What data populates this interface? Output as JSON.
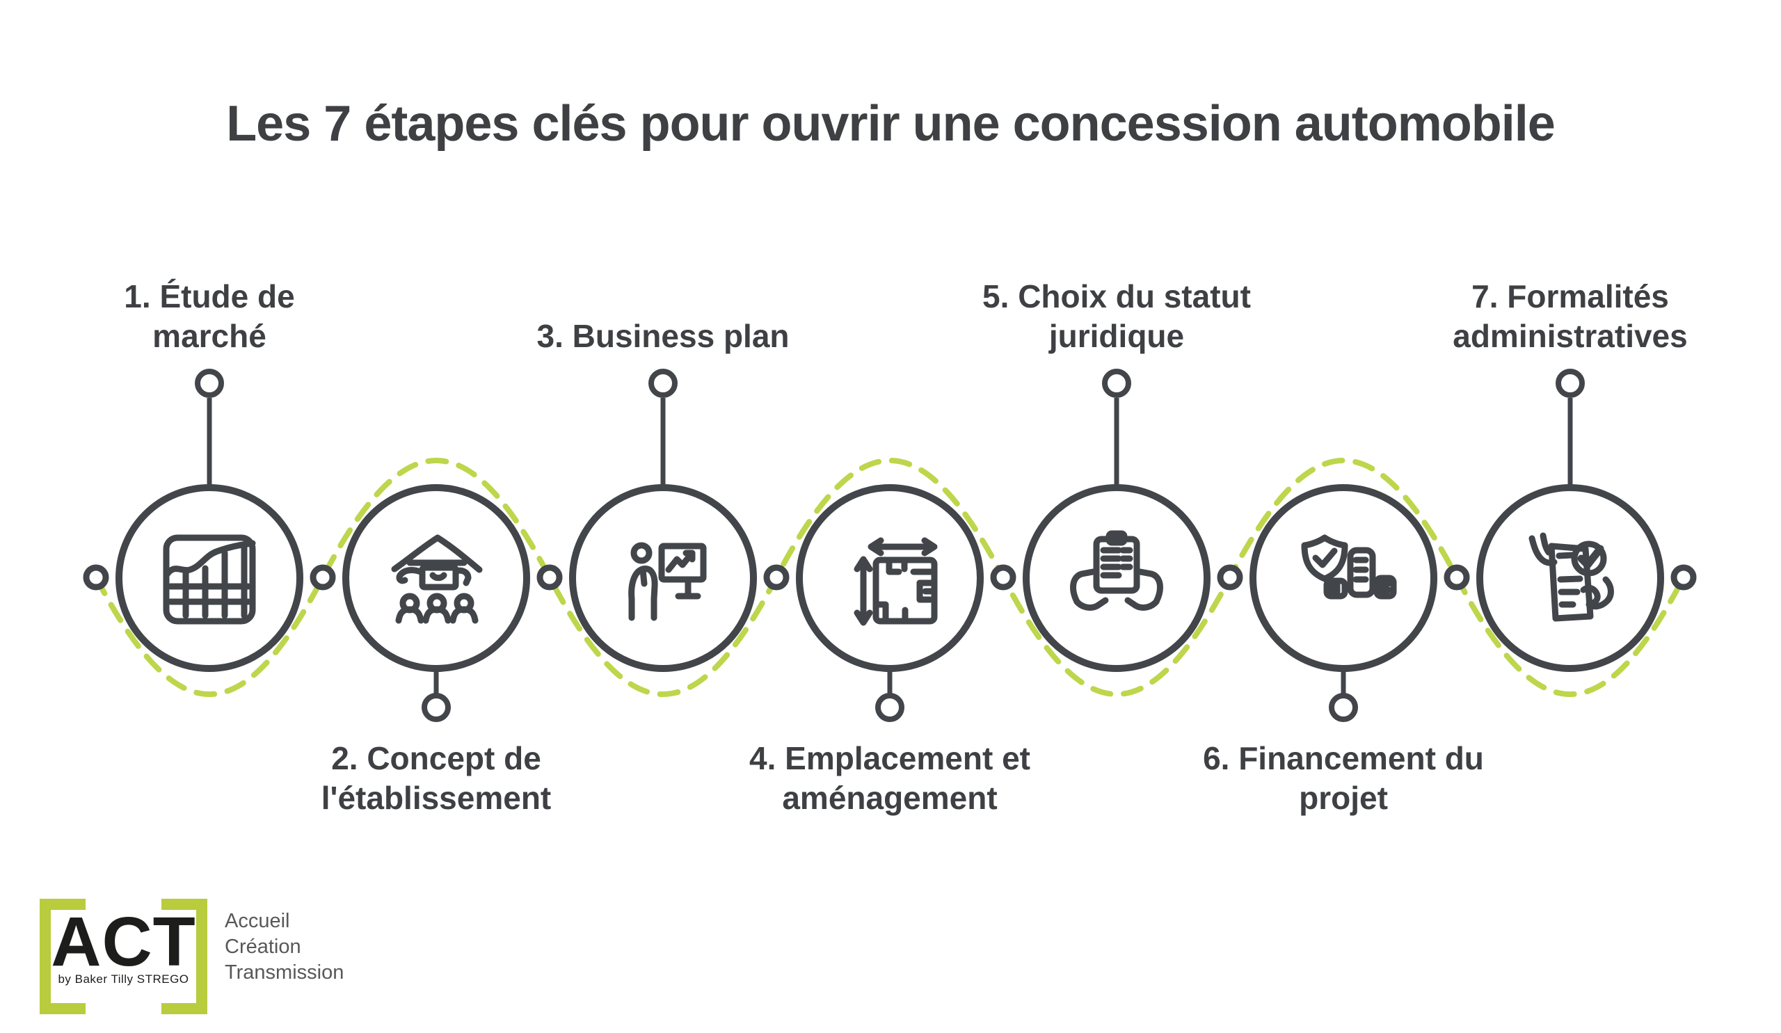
{
  "title": "Les 7 étapes clés pour ouvrir une concession automobile",
  "colors": {
    "ink": "#424549",
    "text": "#3e4043",
    "accent_dash_green": "#bdd64b",
    "logo_green": "#b8cc3e",
    "logo_black": "#1d1d1b",
    "tagline_gray": "#57585a",
    "background": "#ffffff"
  },
  "steps": [
    {
      "number": "1",
      "label": "1. Étude de marché",
      "lines": [
        "1. Étude de",
        "marché"
      ],
      "icon": "market-chart-icon",
      "label_position": "above"
    },
    {
      "number": "2",
      "label": "2. Concept de l'établissement",
      "lines": [
        "2. Concept de",
        "l'établissement"
      ],
      "icon": "storefront-people-icon",
      "label_position": "below"
    },
    {
      "number": "3",
      "label": "3. Business plan",
      "lines": [
        "3. Business plan"
      ],
      "icon": "presentation-chart-icon",
      "label_position": "above"
    },
    {
      "number": "4",
      "label": "4. Emplacement et aménagement",
      "lines": [
        "4. Emplacement et",
        "aménagement"
      ],
      "icon": "floor-plan-dimensions-icon",
      "label_position": "below"
    },
    {
      "number": "5",
      "label": "5. Choix du statut juridique",
      "lines": [
        "5. Choix du statut",
        "juridique"
      ],
      "icon": "hands-holding-document-icon",
      "label_position": "above"
    },
    {
      "number": "6",
      "label": "6. Financement du projet",
      "lines": [
        "6. Financement du",
        "projet"
      ],
      "icon": "shield-check-money-icon",
      "label_position": "below"
    },
    {
      "number": "7",
      "label": "7. Formalités administratives",
      "lines": [
        "7. Formalités",
        "administratives"
      ],
      "icon": "document-check-hands-icon",
      "label_position": "above"
    }
  ],
  "logo": {
    "acronym": "ACT",
    "byline": "by Baker Tilly STREGO",
    "tagline_lines": [
      "Accueil",
      "Création",
      "Transmission"
    ]
  }
}
